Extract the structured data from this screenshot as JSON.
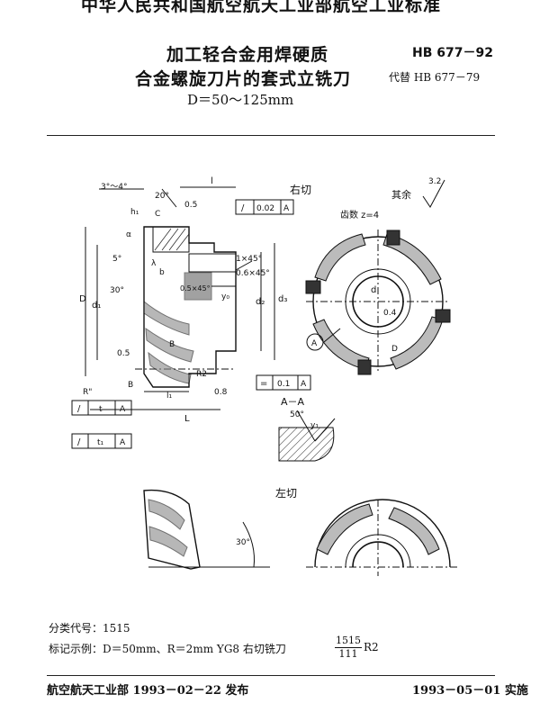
{
  "header": {
    "organization": "中华人民共和国航空航天工业部航空工业标准",
    "title_line1": "加工轻合金用焊硬质",
    "title_line2": "合金螺旋刀片的套式立铣刀",
    "title_line3": "D＝50～125mm",
    "standard_code": "HB 677－92",
    "replaces": "代替 HB 677－79"
  },
  "drawing": {
    "right_hand_label": "右切",
    "left_hand_label": "左切",
    "teeth_note": "齿数 z=4",
    "roughness_note": "其余",
    "roughness_value": "3.2",
    "section_label": "A－A",
    "angles": [
      "3°～4°",
      "20°",
      "5°",
      "30°",
      "1×45°",
      "0.6×45°",
      "0.5×45°",
      "50°",
      "30°"
    ],
    "dimensions": [
      "l",
      "0.5",
      "h₁",
      "C",
      "D",
      "d₁",
      "d",
      "d₂",
      "d₃",
      "l₁",
      "L",
      "b",
      "R2",
      "R\"",
      "0.5",
      "D",
      "A",
      "B",
      "B",
      "y₀",
      "y₁",
      "α",
      "λ",
      "0.8",
      "0.4"
    ],
    "tolerance_frames": [
      [
        "/",
        "0.02",
        "A"
      ],
      [
        "=",
        "0.1",
        "A"
      ],
      [
        "/",
        "t",
        "A"
      ],
      [
        "/",
        "t₁",
        "A"
      ]
    ]
  },
  "meta": {
    "classification": "分类代号：1515",
    "example": "标记示例：D＝50mm、R＝2mm YG8 右切铣刀",
    "fraction_top": "1515",
    "fraction_bottom": "111",
    "fraction_suffix": "R2"
  },
  "footer": {
    "issued": "航空航天工业部 1993－02－22 发布",
    "effective": "1993－05－01 实施"
  }
}
